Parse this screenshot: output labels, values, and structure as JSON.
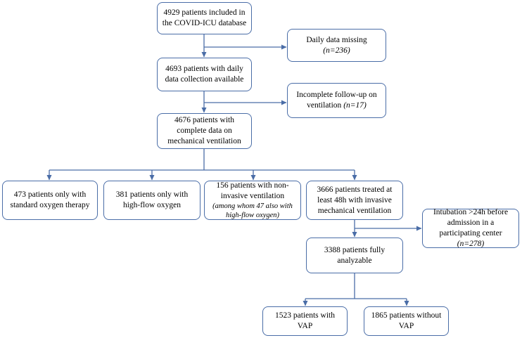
{
  "colors": {
    "stroke": "#4a6da7",
    "text": "#000000",
    "background": "#ffffff"
  },
  "boxes": {
    "included": {
      "lines": [
        "4929 patients included in",
        "the COVID-ICU database"
      ]
    },
    "daily_missing": {
      "lines": [
        "Daily data missing"
      ],
      "note": "(n=236)"
    },
    "daily_available": {
      "lines": [
        "4693 patients with daily",
        "data collection available"
      ]
    },
    "incomplete_followup": {
      "line1": "Incomplete follow-up on",
      "line2_text": "ventilation ",
      "line2_note": "(n=17)"
    },
    "complete_data": {
      "lines": [
        "4676 patients with",
        "complete data on",
        "mechanical ventilation"
      ]
    },
    "oxygen_only": {
      "lines": [
        "473 patients only with",
        "standard oxygen therapy"
      ]
    },
    "highflow_only": {
      "lines": [
        "381 patients only with",
        "high-flow oxygen"
      ]
    },
    "niv": {
      "lines": [
        "156 patients with non-",
        "invasive ventilation"
      ],
      "notes": [
        "(among whom 47 also with",
        "high-flow oxygen)"
      ]
    },
    "imv": {
      "lines": [
        "3666 patients treated at",
        "least 48h with invasive",
        "mechanical ventilation"
      ]
    },
    "intubation_excluded": {
      "lines": [
        "Intubation >24h before",
        "admission in a",
        "participating center"
      ],
      "note": "(n=278)"
    },
    "analyzable": {
      "lines": [
        "3388 patients fully",
        "analyzable"
      ]
    },
    "with_vap": {
      "lines": [
        "1523 patients with",
        "VAP"
      ]
    },
    "without_vap": {
      "lines": [
        "1865 patients without",
        "VAP"
      ]
    }
  }
}
